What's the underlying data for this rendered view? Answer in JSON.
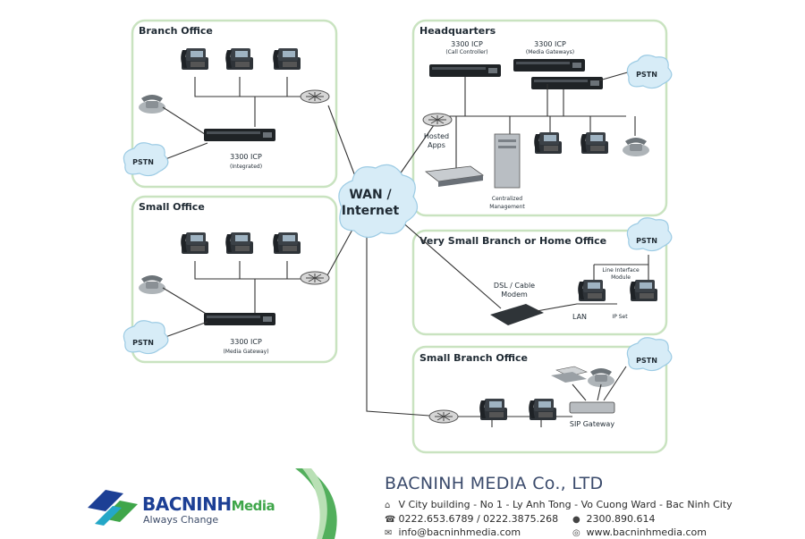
{
  "diagram": {
    "wan_line1": "WAN /",
    "wan_line2": "Internet",
    "pstn": "PSTN",
    "branch_office": {
      "title": "Branch Office",
      "icp_line1": "3300 ICP",
      "icp_line2": "(Integrated)"
    },
    "small_office": {
      "title": "Small Office",
      "icp_line1": "3300 ICP",
      "icp_line2": "(Media Gateway)"
    },
    "headquarters": {
      "title": "Headquarters",
      "icp1_line1": "3300 ICP",
      "icp1_line2": "(Call Controller)",
      "icp2_line1": "3300 ICP",
      "icp2_line2": "(Media Gateways)",
      "hosted_line1": "Hosted",
      "hosted_line2": "Apps",
      "mgmt_line1": "Centralized",
      "mgmt_line2": "Management"
    },
    "very_small": {
      "title": "Very Small Branch or Home Office",
      "modem_line1": "DSL / Cable",
      "modem_line2": "Modem",
      "line_interface_line1": "Line Interface",
      "line_interface_line2": "Module",
      "lan": "LAN",
      "ip_set": "IP Set"
    },
    "small_branch": {
      "title": "Small Branch Office",
      "sip_gateway": "SIP Gateway"
    }
  },
  "footer": {
    "brand_main": "BACNINH",
    "brand_media": "Media",
    "brand_tagline": "Always Change",
    "company": "BACNINH MEDIA Co., LTD",
    "address": "V City building - No 1 - Ly Anh Tong - Vo Cuong Ward - Bac Ninh City",
    "phone": "0222.653.6789 / 0222.3875.268",
    "mobile": "2300.890.614",
    "email": "info@bacninhmedia.com",
    "website": "www.bacninhmedia.com",
    "icons": [
      "home-icon",
      "phone-icon",
      "mobile-icon",
      "mail-icon",
      "globe-icon"
    ],
    "brand_colors": {
      "blue": "#1c3f95",
      "green": "#3fa64a"
    }
  }
}
